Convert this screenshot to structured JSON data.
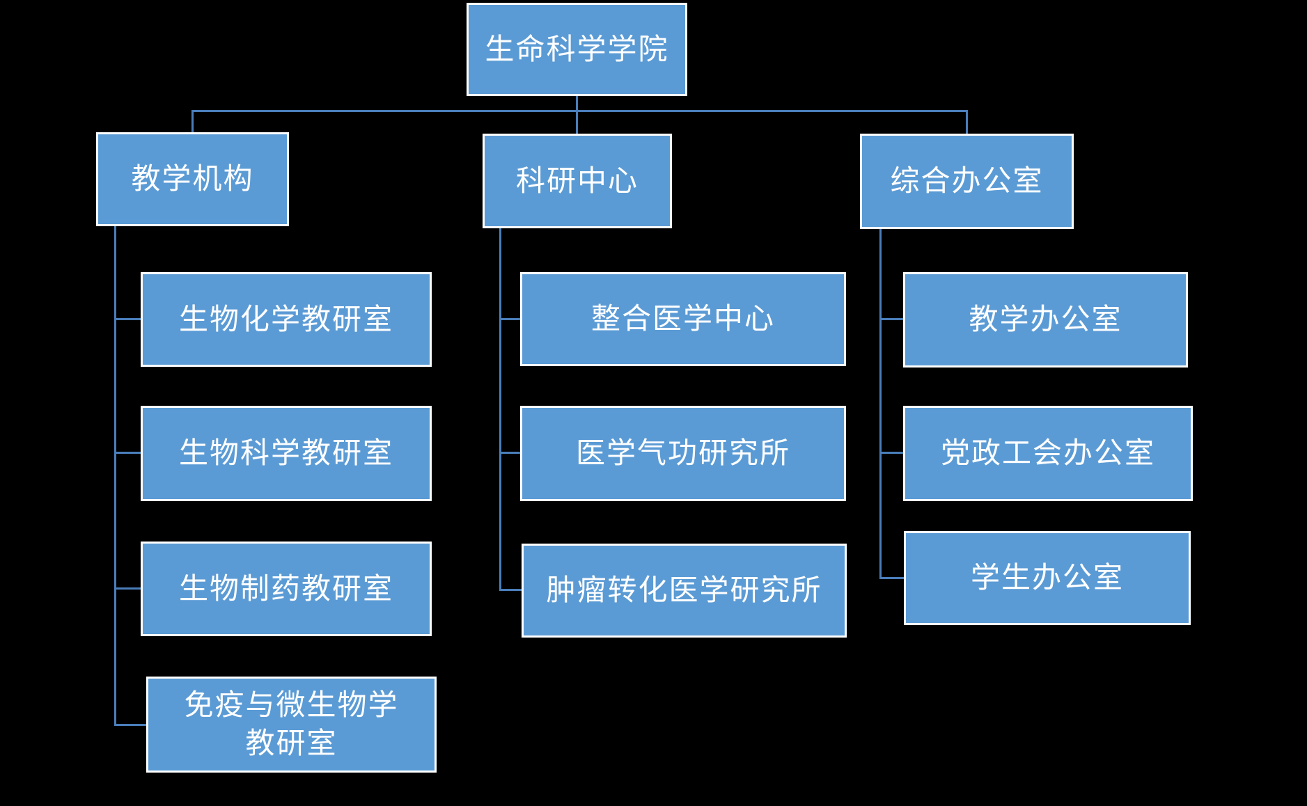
{
  "chart": {
    "type": "org-chart",
    "root": {
      "label": "生命科学学院"
    },
    "branches": [
      {
        "label": "教学机构",
        "children": [
          {
            "label": "生物化学教研室"
          },
          {
            "label": "生物科学教研室"
          },
          {
            "label": "生物制药教研室"
          },
          {
            "label": "免疫与微生物学\n教研室"
          }
        ]
      },
      {
        "label": "科研中心",
        "children": [
          {
            "label": "整合医学中心"
          },
          {
            "label": "医学气功研究所"
          },
          {
            "label": "肿瘤转化医学研究所"
          }
        ]
      },
      {
        "label": "综合办公室",
        "children": [
          {
            "label": "教学办公室"
          },
          {
            "label": "党政工会办公室"
          },
          {
            "label": "学生办公室"
          }
        ]
      }
    ]
  },
  "colors": {
    "background": "#000000",
    "node_fill": "#5B9BD5",
    "node_border": "#FFFFFF",
    "node_text": "#FFFFFF",
    "connector": "#4A7EBB"
  }
}
